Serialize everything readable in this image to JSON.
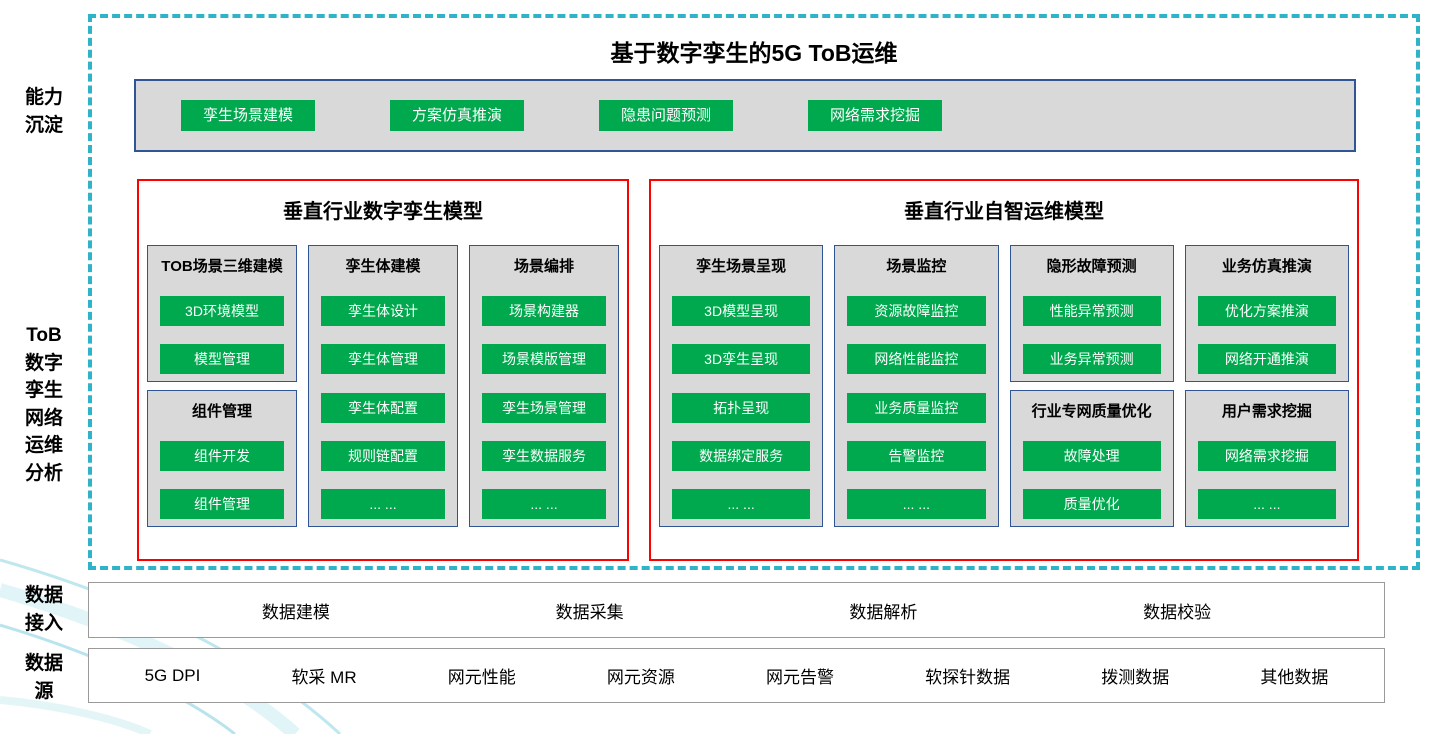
{
  "page": {
    "title": "基于数字孪生的5G ToB运维"
  },
  "side_labels": {
    "capability": "能力\n沉淀",
    "analysis": "ToB\n数字\n孪生\n网络\n运维\n分析",
    "data_access": "数据\n接入",
    "data_source": "数据\n源"
  },
  "capability_bar": {
    "buttons": [
      "孪生场景建模",
      "方案仿真推演",
      "隐患问题预测",
      "网络需求挖掘"
    ]
  },
  "twin_model_panel": {
    "title": "垂直行业数字孪生模型",
    "columns": [
      {
        "groups": [
          {
            "title": "TOB场景三维建模",
            "items": [
              "3D环境模型",
              "模型管理"
            ]
          },
          {
            "title": "组件管理",
            "items": [
              "组件开发",
              "组件管理"
            ]
          }
        ]
      },
      {
        "groups": [
          {
            "title": "孪生体建模",
            "items": [
              "孪生体设计",
              "孪生体管理",
              "孪生体配置",
              "规则链配置",
              "... ..."
            ]
          }
        ]
      },
      {
        "groups": [
          {
            "title": "场景编排",
            "items": [
              "场景构建器",
              "场景模版管理",
              "孪生场景管理",
              "孪生数据服务",
              "... ..."
            ]
          }
        ]
      }
    ]
  },
  "ops_model_panel": {
    "title": "垂直行业自智运维模型",
    "columns": [
      {
        "groups": [
          {
            "title": "孪生场景呈现",
            "items": [
              "3D模型呈现",
              "3D孪生呈现",
              "拓扑呈现",
              "数据绑定服务",
              "... ..."
            ]
          }
        ]
      },
      {
        "groups": [
          {
            "title": "场景监控",
            "items": [
              "资源故障监控",
              "网络性能监控",
              "业务质量监控",
              "告警监控",
              "... ..."
            ]
          }
        ]
      },
      {
        "groups": [
          {
            "title": "隐形故障预测",
            "items": [
              "性能异常预测",
              "业务异常预测"
            ]
          },
          {
            "title": "行业专网质量优化",
            "items": [
              "故障处理",
              "质量优化"
            ]
          }
        ]
      },
      {
        "groups": [
          {
            "title": "业务仿真推演",
            "items": [
              "优化方案推演",
              "网络开通推演"
            ]
          },
          {
            "title": "用户需求挖掘",
            "items": [
              "网络需求挖掘",
              "... ..."
            ]
          }
        ]
      }
    ]
  },
  "data_access_bar": {
    "items": [
      "数据建模",
      "数据采集",
      "数据解析",
      "数据校验"
    ]
  },
  "data_source_bar": {
    "items": [
      "5G DPI",
      "软采 MR",
      "网元性能",
      "网元资源",
      "网元告警",
      "软探针数据",
      "拨测数据",
      "其他数据"
    ]
  },
  "colors": {
    "accent_green": "#00a84e",
    "panel_gray": "#d9d9d9",
    "border_blue": "#2f5597",
    "border_red": "#ff0000",
    "frame_teal": "#2fb3c8"
  }
}
